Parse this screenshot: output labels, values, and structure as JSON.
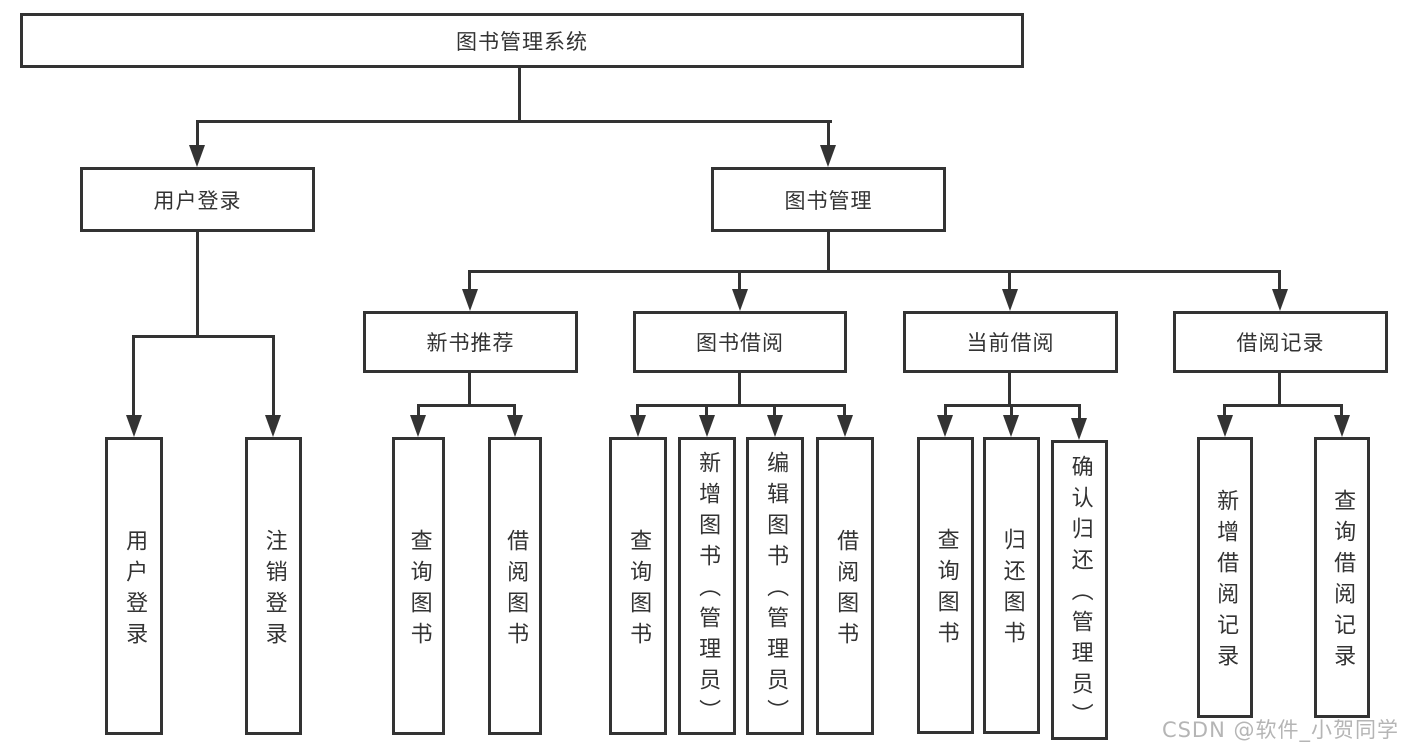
{
  "diagram": {
    "nodes": {
      "root": "图书管理系统",
      "user_login": "用户登录",
      "book_mgmt": "图书管理",
      "new_book": "新书推荐",
      "book_borrow": "图书借阅",
      "current_borrow": "当前借阅",
      "borrow_record": "借阅记录"
    },
    "leaves": {
      "user_login": [
        "用户登录",
        "注销登录"
      ],
      "new_book": [
        "查询图书",
        "借阅图书"
      ],
      "book_borrow": [
        "查询图书",
        "新增图书（管理员）",
        "编辑图书（管理员）",
        "借阅图书"
      ],
      "current_borrow": [
        "查询图书",
        "归还图书",
        "确认归还（管理员）"
      ],
      "borrow_record": [
        "新增借阅记录",
        "查询借阅记录"
      ]
    },
    "colors": {
      "line": "#333333",
      "text": "#333333",
      "watermark": "#b5b5b5",
      "background": "#ffffff"
    }
  },
  "watermark": {
    "text": "CSDN @软件_小贺同学"
  }
}
